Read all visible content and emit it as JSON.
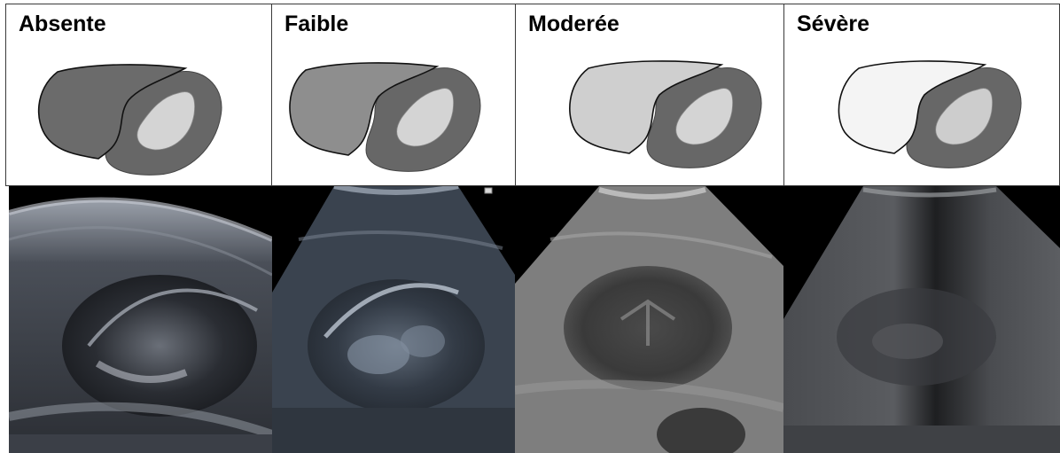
{
  "grades": [
    {
      "label": "Absente",
      "liver_fill": "#6b6b6b",
      "cortex_fill": "#676767",
      "sinus_fill": "#d4d4d4"
    },
    {
      "label": "Faible",
      "liver_fill": "#8e8e8e",
      "cortex_fill": "#676767",
      "sinus_fill": "#d4d4d4"
    },
    {
      "label": "Moderée",
      "liver_fill": "#cfcfcf",
      "cortex_fill": "#676767",
      "sinus_fill": "#d4d4d4"
    },
    {
      "label": "Sévère",
      "liver_fill": "#f4f4f4",
      "cortex_fill": "#676767",
      "sinus_fill": "#cdcdcd"
    }
  ]
}
